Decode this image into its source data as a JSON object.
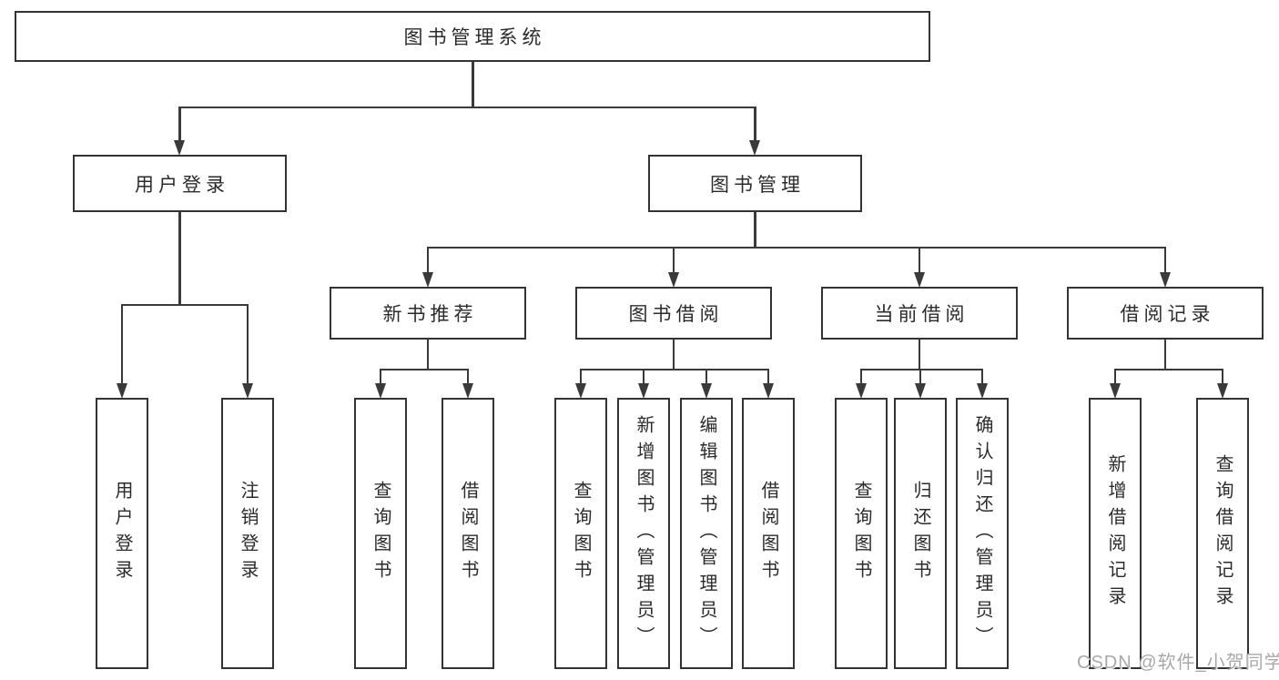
{
  "colors": {
    "background": "#ffffff",
    "box_fill": "#ffffff",
    "box_border": "#333333",
    "connector_line": "#3a3a3a",
    "text": "#2b2b2b",
    "watermark_text": "#a8a8a8"
  },
  "watermark": {
    "text": "CSDN @软件_小贺同学"
  },
  "tree": {
    "label": "图书管理系统",
    "children": [
      {
        "label": "用户登录",
        "children": [
          {
            "label": "用户登录"
          },
          {
            "label": "注销登录"
          }
        ]
      },
      {
        "label": "图书管理",
        "children": [
          {
            "label": "新书推荐",
            "children": [
              {
                "label": "查询图书"
              },
              {
                "label": "借阅图书"
              }
            ]
          },
          {
            "label": "图书借阅",
            "children": [
              {
                "label": "查询图书"
              },
              {
                "label": "新增图书（管理员）"
              },
              {
                "label": "编辑图书（管理员）"
              },
              {
                "label": "借阅图书"
              }
            ]
          },
          {
            "label": "当前借阅",
            "children": [
              {
                "label": "查询图书"
              },
              {
                "label": "归还图书"
              },
              {
                "label": "确认归还（管理员）"
              }
            ]
          },
          {
            "label": "借阅记录",
            "children": [
              {
                "label": "新增借阅记录"
              },
              {
                "label": "查询借阅记录"
              }
            ]
          }
        ]
      }
    ]
  }
}
